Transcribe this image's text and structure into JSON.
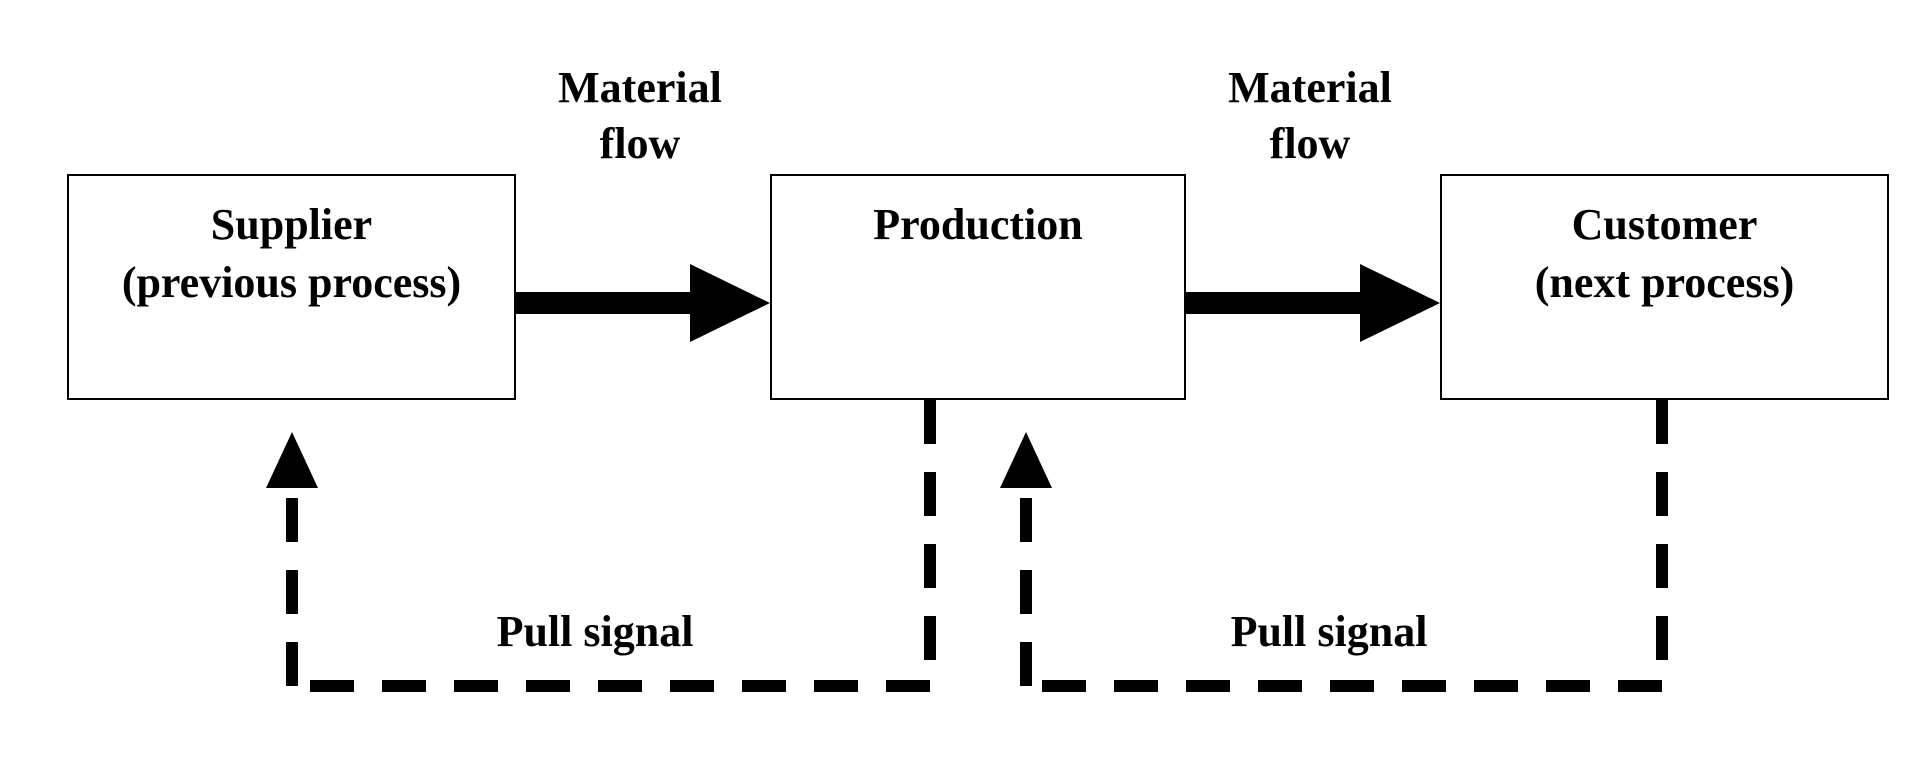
{
  "diagram": {
    "nodes": [
      {
        "id": "supplier",
        "lines": [
          "Supplier",
          "(previous process)"
        ]
      },
      {
        "id": "production",
        "lines": [
          "Production"
        ]
      },
      {
        "id": "customer",
        "lines": [
          "Customer",
          "(next process)"
        ]
      }
    ],
    "edges": [
      {
        "from": "supplier",
        "to": "production",
        "type": "material",
        "label": [
          "Material",
          "flow"
        ]
      },
      {
        "from": "production",
        "to": "customer",
        "type": "material",
        "label": [
          "Material",
          "flow"
        ]
      },
      {
        "from": "production",
        "to": "supplier",
        "type": "pull",
        "label": [
          "Pull signal"
        ]
      },
      {
        "from": "customer",
        "to": "production",
        "type": "pull",
        "label": [
          "Pull signal"
        ]
      }
    ],
    "colors": {
      "stroke": "#000000",
      "background": "#ffffff"
    }
  }
}
